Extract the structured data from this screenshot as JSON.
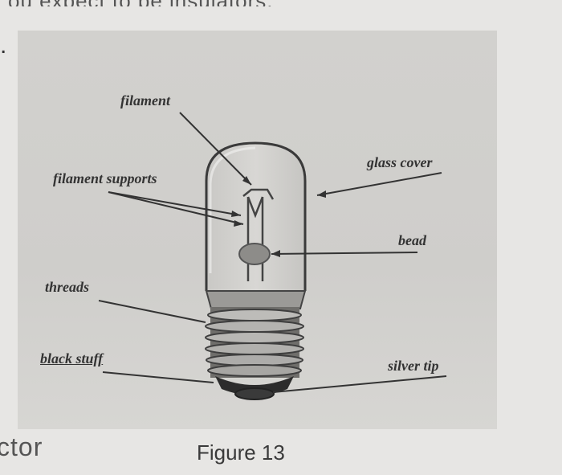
{
  "header_fragment": "ou expect to be insulators.",
  "question_marker": ".",
  "labels": {
    "filament": "filament",
    "filament_supports": "filament supports",
    "glass_cover": "glass cover",
    "bead": "bead",
    "threads": "threads",
    "black_stuff": "black stuff",
    "silver_tip": "silver tip"
  },
  "handwritten_fragment": "ctor",
  "caption": "Figure 13"
}
